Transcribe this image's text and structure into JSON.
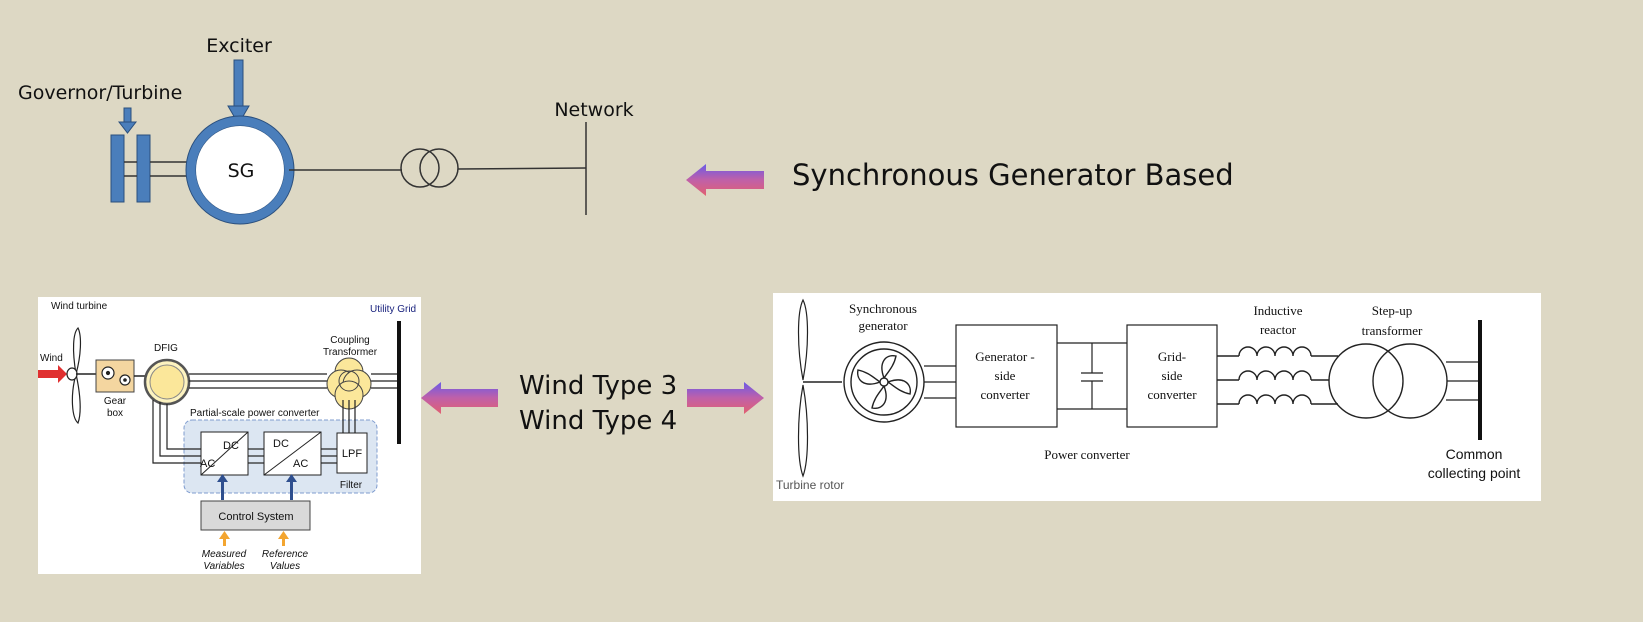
{
  "colors": {
    "background": "#ddd8c4",
    "generator_blue": "#4a7ebb",
    "generator_stroke": "#2a4f7d",
    "arrow_gradient_top": "#7a5ce0",
    "arrow_gradient_bottom": "#d8607a",
    "panel_bg": "#ffffff"
  },
  "sg_diagram": {
    "exciter": "Exciter",
    "governor": "Governor/Turbine",
    "sg": "SG",
    "network": "Network"
  },
  "labels": {
    "sync_gen": "Synchronous Generator Based",
    "wind_type_3": "Wind Type 3",
    "wind_type_4": "Wind Type 4"
  },
  "dfig_diagram": {
    "wind_turbine": "Wind turbine",
    "utility_grid": "Utility Grid",
    "wind": "Wind",
    "dfig": "DFIG",
    "coupling_1": "Coupling",
    "coupling_2": "Transformer",
    "gear_1": "Gear",
    "gear_2": "box",
    "partial_scale": "Partial-scale power converter",
    "dc1": "DC",
    "ac1": "AC",
    "dc2": "DC",
    "ac2": "AC",
    "lpf": "LPF",
    "filter": "Filter",
    "control": "Control System",
    "measured_1": "Measured",
    "measured_2": "Variables",
    "reference_1": "Reference",
    "reference_2": "Values"
  },
  "type4_diagram": {
    "syn_gen_1": "Synchronous",
    "syn_gen_2": "generator",
    "gen_side_1": "Generator -",
    "gen_side_2": "side",
    "gen_side_3": "converter",
    "grid_side_1": "Grid-",
    "grid_side_2": "side",
    "grid_side_3": "converter",
    "inductive_1": "Inductive",
    "inductive_2": "reactor",
    "stepup_1": "Step-up",
    "stepup_2": "transformer",
    "power_converter": "Power converter",
    "common_1": "Common",
    "common_2": "collecting point",
    "turbine_rotor": "Turbine rotor"
  }
}
